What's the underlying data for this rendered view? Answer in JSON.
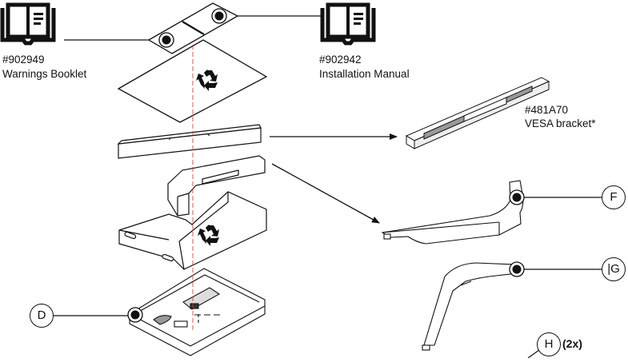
{
  "diagram": {
    "title": "Exploded packaging / parts contents view",
    "documents": [
      {
        "id": "warnings",
        "part_number": "#902949",
        "name": "Warnings Booklet",
        "icon": "book-icon"
      },
      {
        "id": "manual",
        "part_number": "#902942",
        "name": "Installation Manual",
        "icon": "book-icon"
      }
    ],
    "vesa": {
      "part_number": "#481A70",
      "name": "VESA bracket*"
    },
    "callouts": {
      "D": {
        "letter": "D",
        "quantity": ""
      },
      "F": {
        "letter": "F",
        "quantity": ""
      },
      "G": {
        "letter": "|G",
        "quantity": ""
      },
      "H": {
        "letter": "H",
        "quantity": "(2x)"
      }
    },
    "components": [
      "document-packet",
      "recyclable-cardboard-sheet",
      "foam-bar-top",
      "foam-corner-block",
      "cardboard-tray",
      "base-frame-chassis",
      "leg-F",
      "leg-G",
      "vesa-bracket"
    ],
    "icons": {
      "recycle": "recycle-icon",
      "fastener": "fastener-dot-icon",
      "book": "book-icon"
    },
    "colors": {
      "line": "#111111",
      "centerline": "#c0392b",
      "background": "#ffffff"
    }
  }
}
